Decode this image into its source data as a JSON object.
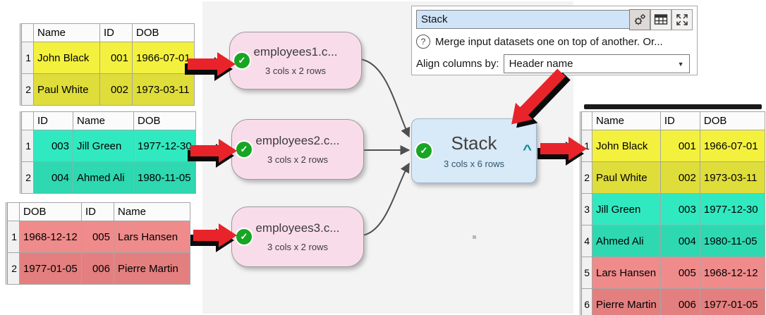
{
  "panel": {
    "name_value": "Stack",
    "description": "Merge input datasets one on top of another. Or...",
    "align_label": "Align columns by:",
    "align_value": "Header name"
  },
  "icons": {
    "help_glyph": "?",
    "check_glyph": "✓",
    "caret_glyph": "^",
    "dropdown_glyph": "▼"
  },
  "nodes": {
    "input1": {
      "title": "employees1.c...",
      "meta": "3 cols x 2 rows"
    },
    "input2": {
      "title": "employees2.c...",
      "meta": "3 cols x 2 rows"
    },
    "input3": {
      "title": "employees3.c...",
      "meta": "3 cols x 2 rows"
    },
    "stack": {
      "title": "Stack",
      "meta": "3 cols x 6 rows"
    }
  },
  "tables": {
    "input1": {
      "headers": [
        "Name",
        "ID",
        "DOB"
      ],
      "row_numbers": [
        "1",
        "2"
      ],
      "rows": [
        [
          "John Black",
          "001",
          "1966-07-01"
        ],
        [
          "Paul White",
          "002",
          "1973-03-11"
        ]
      ]
    },
    "input2": {
      "headers": [
        "ID",
        "Name",
        "DOB"
      ],
      "row_numbers": [
        "1",
        "2"
      ],
      "rows": [
        [
          "003",
          "Jill Green",
          "1977-12-30"
        ],
        [
          "004",
          "Ahmed Ali",
          "1980-11-05"
        ]
      ]
    },
    "input3": {
      "headers": [
        "DOB",
        "ID",
        "Name"
      ],
      "row_numbers": [
        "1",
        "2"
      ],
      "rows": [
        [
          "1968-12-12",
          "005",
          "Lars Hansen"
        ],
        [
          "1977-01-05",
          "006",
          "Pierre Martin"
        ]
      ]
    },
    "output": {
      "headers": [
        "Name",
        "ID",
        "DOB"
      ],
      "row_numbers": [
        "1",
        "2",
        "3",
        "4",
        "5",
        "6"
      ],
      "rows": [
        [
          "John Black",
          "001",
          "1966-07-01"
        ],
        [
          "Paul White",
          "002",
          "1973-03-11"
        ],
        [
          "Jill Green",
          "003",
          "1977-12-30"
        ],
        [
          "Ahmed Ali",
          "004",
          "1980-11-05"
        ],
        [
          "Lars Hansen",
          "005",
          "1968-12-12"
        ],
        [
          "Pierre Martin",
          "006",
          "1977-01-05"
        ]
      ]
    }
  },
  "colors": {
    "accent_red": "#e8242a",
    "node_pink": "#f9dcea",
    "node_blue": "#d8e9f7",
    "check_green": "#18a524",
    "caret_teal": "#0e8a93",
    "name_field_bg": "#cfe4f7",
    "yellow_row": "#f3f13e",
    "yellow_row_alt": "#dfdd3a",
    "teal_row": "#31e9c0",
    "teal_row_alt": "#2ed8b1",
    "salmon_row": "#f08b8b",
    "salmon_row_alt": "#e47f7f"
  }
}
